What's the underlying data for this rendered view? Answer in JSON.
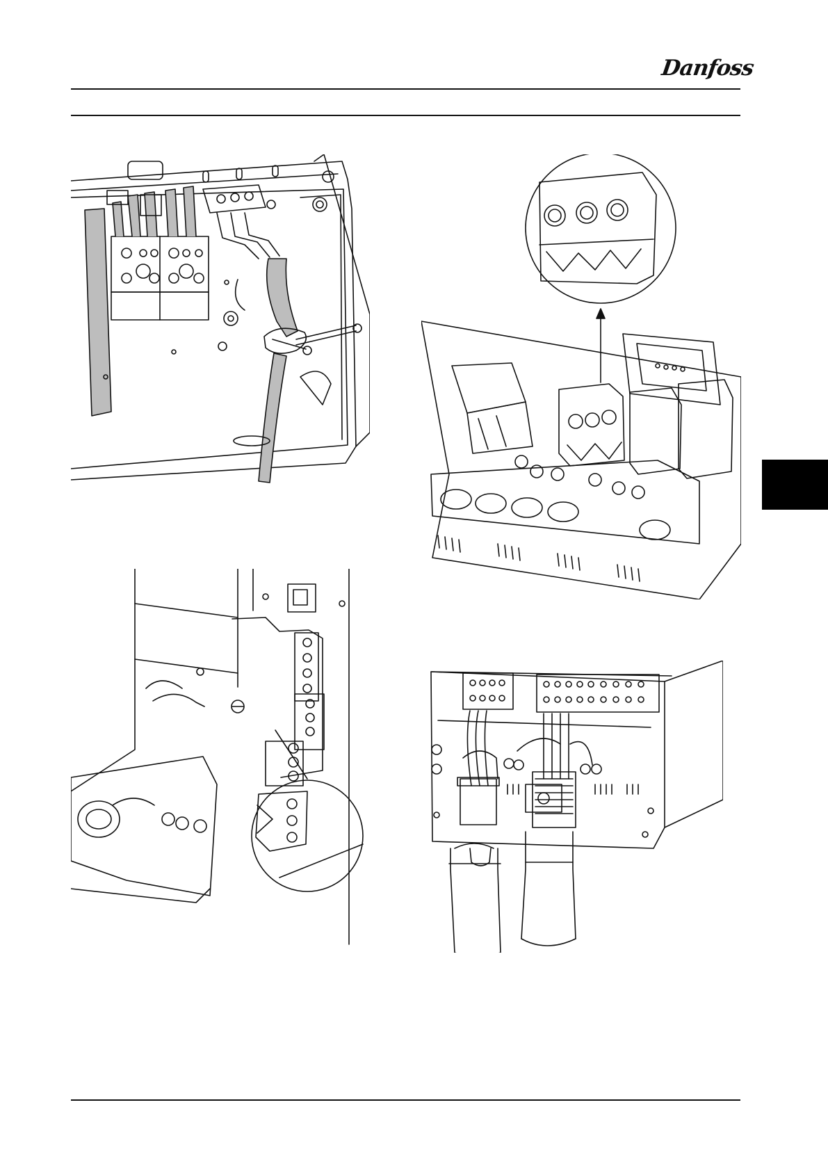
{
  "header": {
    "brand": "Danfoss"
  },
  "colors": {
    "ink": "#111111",
    "cable_fill": "#bdbdbd",
    "chapter_tab": "#000000"
  },
  "figures": [
    {
      "name": "motor-control-cable-clamp-illustration",
      "icon": "wiring-diagram-icon"
    },
    {
      "name": "relay-terminal-detail-illustration",
      "icon": "wiring-diagram-icon"
    },
    {
      "name": "terminal-block-detail-illustration",
      "icon": "wiring-diagram-icon"
    },
    {
      "name": "cable-gland-entry-illustration",
      "icon": "wiring-diagram-icon"
    }
  ]
}
